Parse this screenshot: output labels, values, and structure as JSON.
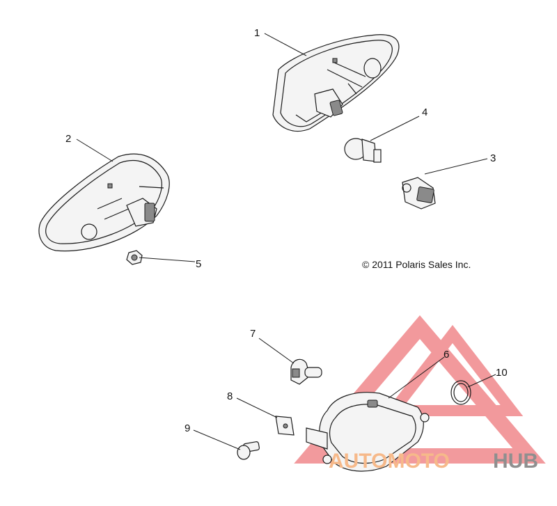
{
  "copyright": "© 2011 Polaris Sales Inc.",
  "callouts": [
    "1",
    "2",
    "3",
    "4",
    "5",
    "6",
    "7",
    "8",
    "9",
    "10"
  ],
  "watermark": {
    "part1": "AUTOMOTO",
    "part2": "HUB",
    "colors": {
      "triangle": "#e8474c",
      "text_accent": "#f6b98a",
      "text_dark": "#8f8f8f"
    }
  },
  "colors": {
    "line": "#1a1a1a",
    "background": "#ffffff"
  }
}
